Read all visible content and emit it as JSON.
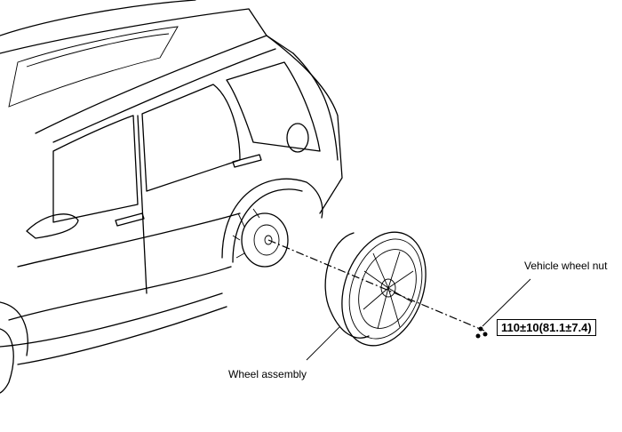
{
  "diagram": {
    "labels": {
      "wheel_assembly": "Wheel assembly",
      "vehicle_wheel_nut": "Vehicle wheel nut"
    },
    "torque_spec": "110±10(81.1±7.4)"
  }
}
